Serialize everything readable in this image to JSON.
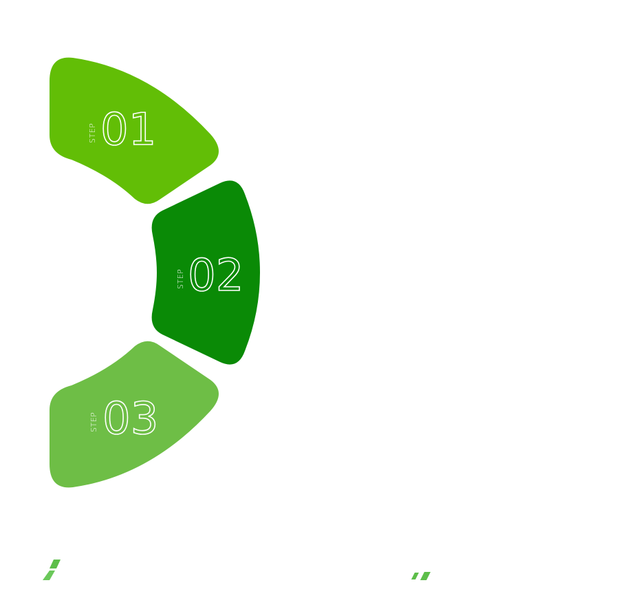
{
  "diagram": {
    "type": "stepped-arc-infographic",
    "steps": [
      {
        "label": "STEP",
        "number": "01",
        "color": "#62BE06"
      },
      {
        "label": "STEP",
        "number": "02",
        "color": "#0A8A06"
      },
      {
        "label": "STEP",
        "number": "03",
        "color": "#6EBE46"
      }
    ],
    "decorations": {
      "left_mark_color": "#5DBE4A",
      "right_mark_color": "#5DBE4A"
    }
  }
}
